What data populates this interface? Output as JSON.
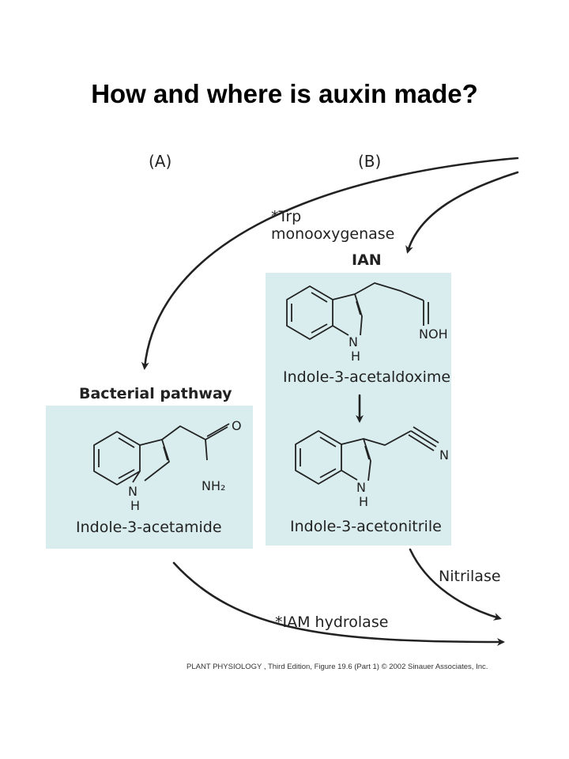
{
  "title": "How and where is auxin made?",
  "panels": {
    "a_label": "(A)",
    "b_label": "(B)"
  },
  "enzymes": {
    "trp_line1": "*Trp",
    "trp_line2": "monooxygenase",
    "nitrilase": "Nitrilase",
    "iam_hydrolase": "*IAM hydrolase"
  },
  "sections": {
    "bacterial": "Bacterial pathway",
    "ian": "IAN"
  },
  "compounds": {
    "acetamide": {
      "name": "Indole-3-acetamide",
      "groups": [
        "O",
        "NH₂",
        "N",
        "H"
      ]
    },
    "acetaldoxime": {
      "name": "Indole-3-acetaldoxime",
      "groups": [
        "NOH",
        "N",
        "H"
      ]
    },
    "acetonitrile": {
      "name": "Indole-3-acetonitrile",
      "groups": [
        "N",
        "N",
        "H"
      ]
    }
  },
  "footer": "PLANT PHYSIOLOGY , Third Edition, Figure 19.6 (Part 1)  © 2002 Sinauer Associates, Inc.",
  "colors": {
    "box_fill": "#d9edee",
    "ink": "#222222"
  }
}
